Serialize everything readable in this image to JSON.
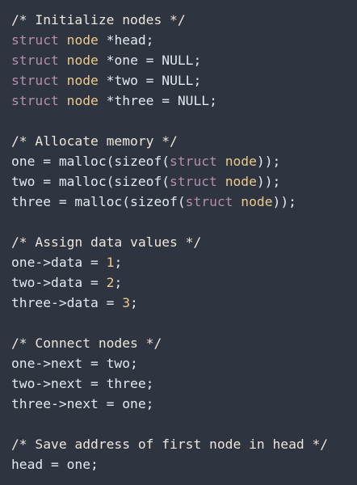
{
  "colors": {
    "background": "#2e3440",
    "comment": "#ede6dc",
    "keyword": "#b48ead",
    "type": "#ebcb8b",
    "number": "#ebcb8b",
    "text": "#e5e9f0"
  },
  "code": {
    "lines": [
      [
        {
          "t": "c",
          "v": "/* Initialize nodes */"
        }
      ],
      [
        {
          "t": "k",
          "v": "struct"
        },
        {
          "t": "p",
          "v": " "
        },
        {
          "t": "y",
          "v": "node"
        },
        {
          "t": "p",
          "v": " *head;"
        }
      ],
      [
        {
          "t": "k",
          "v": "struct"
        },
        {
          "t": "p",
          "v": " "
        },
        {
          "t": "y",
          "v": "node"
        },
        {
          "t": "p",
          "v": " *one = NULL;"
        }
      ],
      [
        {
          "t": "k",
          "v": "struct"
        },
        {
          "t": "p",
          "v": " "
        },
        {
          "t": "y",
          "v": "node"
        },
        {
          "t": "p",
          "v": " *two = NULL;"
        }
      ],
      [
        {
          "t": "k",
          "v": "struct"
        },
        {
          "t": "p",
          "v": " "
        },
        {
          "t": "y",
          "v": "node"
        },
        {
          "t": "p",
          "v": " *three = NULL;"
        }
      ],
      [],
      [
        {
          "t": "c",
          "v": "/* Allocate memory */"
        }
      ],
      [
        {
          "t": "p",
          "v": "one = malloc(sizeof("
        },
        {
          "t": "k",
          "v": "struct"
        },
        {
          "t": "p",
          "v": " "
        },
        {
          "t": "y",
          "v": "node"
        },
        {
          "t": "p",
          "v": "));"
        }
      ],
      [
        {
          "t": "p",
          "v": "two = malloc(sizeof("
        },
        {
          "t": "k",
          "v": "struct"
        },
        {
          "t": "p",
          "v": " "
        },
        {
          "t": "y",
          "v": "node"
        },
        {
          "t": "p",
          "v": "));"
        }
      ],
      [
        {
          "t": "p",
          "v": "three = malloc(sizeof("
        },
        {
          "t": "k",
          "v": "struct"
        },
        {
          "t": "p",
          "v": " "
        },
        {
          "t": "y",
          "v": "node"
        },
        {
          "t": "p",
          "v": "));"
        }
      ],
      [],
      [
        {
          "t": "c",
          "v": "/* Assign data values */"
        }
      ],
      [
        {
          "t": "p",
          "v": "one->data = "
        },
        {
          "t": "n",
          "v": "1"
        },
        {
          "t": "p",
          "v": ";"
        }
      ],
      [
        {
          "t": "p",
          "v": "two->data = "
        },
        {
          "t": "n",
          "v": "2"
        },
        {
          "t": "p",
          "v": ";"
        }
      ],
      [
        {
          "t": "p",
          "v": "three->data = "
        },
        {
          "t": "n",
          "v": "3"
        },
        {
          "t": "p",
          "v": ";"
        }
      ],
      [],
      [
        {
          "t": "c",
          "v": "/* Connect nodes */"
        }
      ],
      [
        {
          "t": "p",
          "v": "one->next = two;"
        }
      ],
      [
        {
          "t": "p",
          "v": "two->next = three;"
        }
      ],
      [
        {
          "t": "p",
          "v": "three->next = one;"
        }
      ],
      [],
      [
        {
          "t": "c",
          "v": "/* Save address of first node in head */"
        }
      ],
      [
        {
          "t": "p",
          "v": "head = one;"
        }
      ]
    ]
  }
}
